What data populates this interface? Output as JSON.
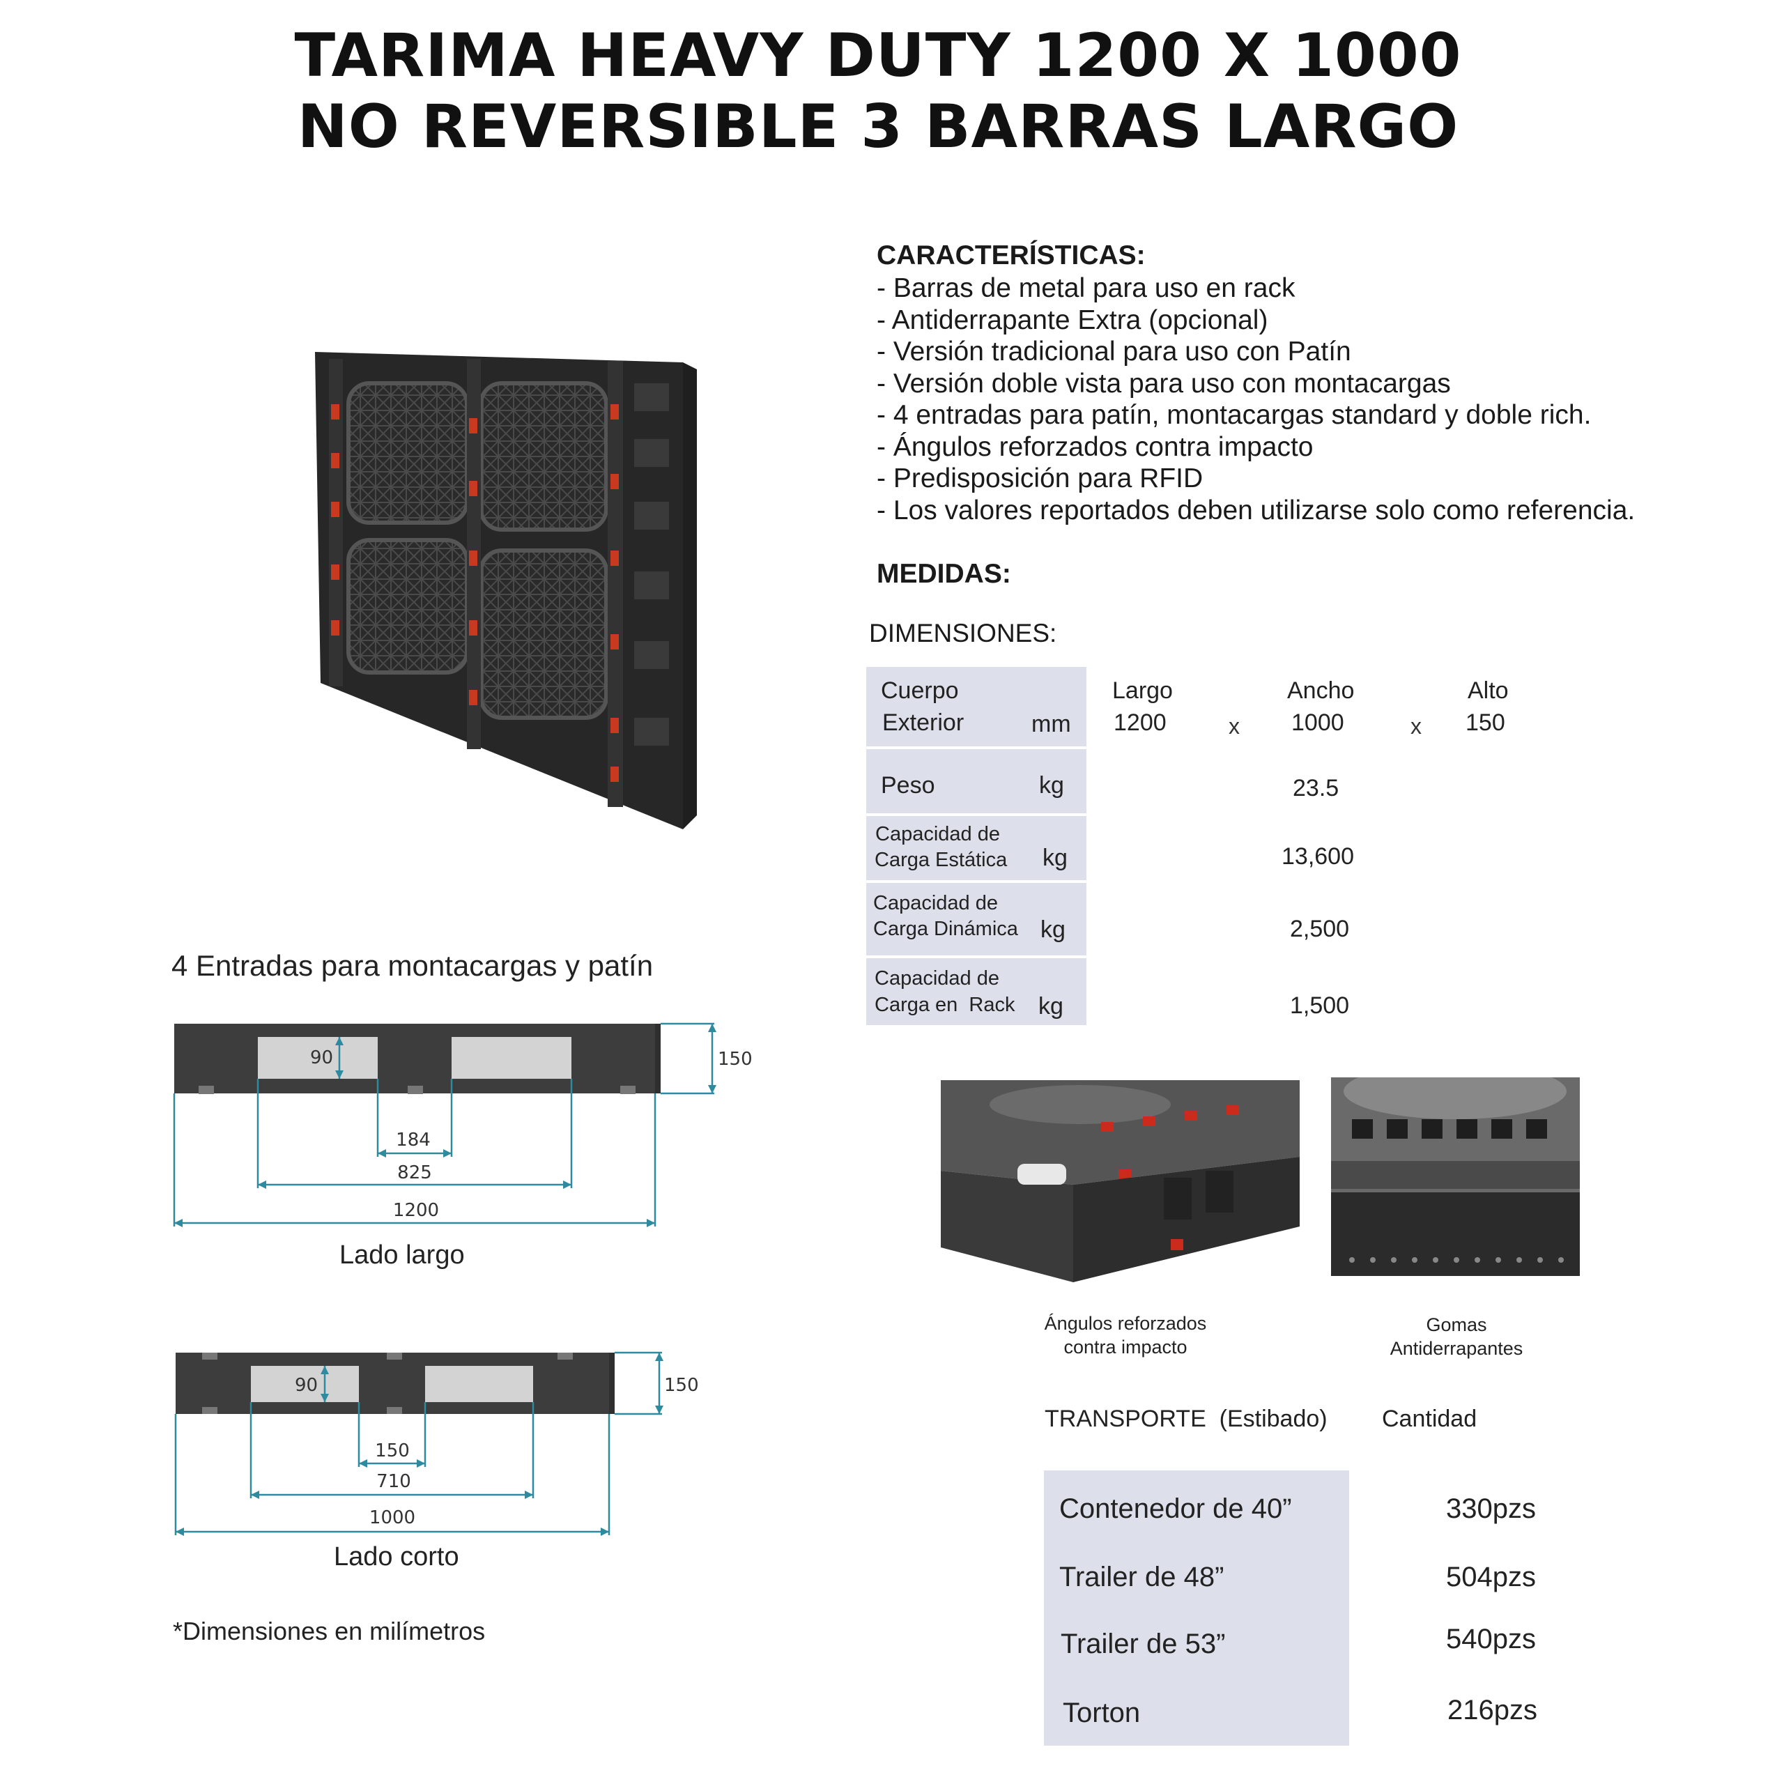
{
  "title": {
    "line1": "TARIMA HEAVY DUTY 1200 X 1000",
    "line2": "NO REVERSIBLE 3 BARRAS LARGO"
  },
  "features": {
    "heading": "CARACTERÍSTICAS:",
    "items": [
      "- Barras de metal para uso en rack",
      "- Antiderrapante Extra (opcional)",
      "- Versión tradicional para uso con Patín",
      "- Versión doble vista para uso con montacargas",
      "- 4 entradas para patín, montacargas standard y doble rich.",
      "- Ángulos reforzados contra impacto",
      "- Predisposición para RFID",
      "- Los valores reportados deben utilizarse solo como referencia."
    ]
  },
  "medidas": {
    "heading": "MEDIDAS:",
    "subheading": "DIMENSIONES:"
  },
  "specs": {
    "exterior": {
      "label_line1": "Cuerpo",
      "label_line2": "Exterior",
      "unit": "mm",
      "largo_label": "Largo",
      "largo": "1200",
      "ancho_label": "Ancho",
      "ancho": "1000",
      "alto_label": "Alto",
      "alto": "150",
      "x": "x"
    },
    "peso": {
      "label": "Peso",
      "unit": "kg",
      "value": "23.5"
    },
    "estatica": {
      "label_line1": "Capacidad de",
      "label_line2": "Carga Estática",
      "unit": "kg",
      "value": "13,600"
    },
    "dinamica": {
      "label_line1": "Capacidad de",
      "label_line2": "Carga Dinámica",
      "unit": "kg",
      "value": "2,500"
    },
    "rack": {
      "label_line1": "Capacidad de",
      "label_line2": "Carga en  Rack",
      "unit": "kg",
      "value": "1,500"
    }
  },
  "diagram": {
    "title": "4 Entradas para montacargas y patín",
    "largo": {
      "label": "Lado largo",
      "opening_height": "90",
      "height": "150",
      "gap": "184",
      "span": "825",
      "total": "1200"
    },
    "corto": {
      "label": "Lado corto",
      "opening_height": "90",
      "height": "150",
      "gap": "150",
      "span": "710",
      "total": "1000"
    },
    "note": "*Dimensiones en milímetros"
  },
  "photos": {
    "left_caption_line1": "Ángulos reforzados",
    "left_caption_line2": "contra impacto",
    "right_caption_line1": "Gomas",
    "right_caption_line2": "Antiderrapantes"
  },
  "transport": {
    "heading": "TRANSPORTE  (Estibado)",
    "qty_heading": "Cantidad",
    "rows": [
      {
        "label": "Contenedor de 40”",
        "value": "330pzs"
      },
      {
        "label": "Trailer de 48”",
        "value": "504pzs"
      },
      {
        "label": "Trailer de 53”",
        "value": "540pzs"
      },
      {
        "label": "Torton",
        "value": "216pzs"
      }
    ]
  },
  "colors": {
    "table_fill": "#dde0ea",
    "dimension_line": "#2e8a9e",
    "pallet_black": "#262626",
    "pallet_red": "#c8391f",
    "diagram_body": "#3d3d3d",
    "diagram_opening": "#d3d3d3"
  }
}
